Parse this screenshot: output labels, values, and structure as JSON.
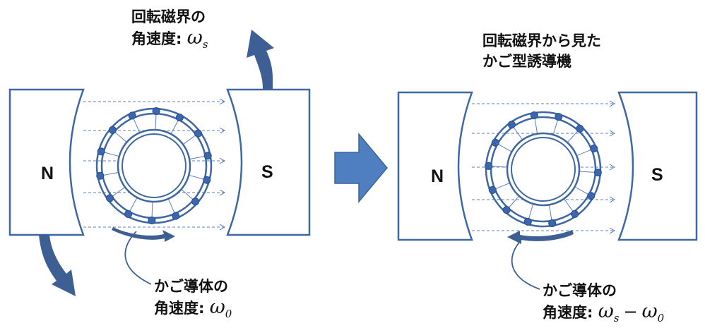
{
  "left_panel": {
    "rotating_field_label": {
      "line1": "回転磁界の",
      "line2": "角速度",
      "colon": ":",
      "omega": "ω",
      "subscript": "s"
    },
    "pole_n": "N",
    "pole_s": "S",
    "cage_label": {
      "line1": "かご導体の",
      "line2": "角速度",
      "colon": ":",
      "omega": "ω",
      "subscript": "0"
    }
  },
  "right_panel": {
    "title": {
      "line1": "回転磁界から見た",
      "line2": "かご型誘導機"
    },
    "pole_n": "N",
    "pole_s": "S",
    "cage_label": {
      "line1": "かご導体の",
      "line2": "角速度",
      "colon": ":",
      "omega1": "ω",
      "sub1": "s",
      "minus": "−",
      "omega2": "ω",
      "sub2": "0"
    }
  },
  "colors": {
    "outline": "#3f67a3",
    "fill_arrow": "#3d5f94",
    "dot": "#3b67b0",
    "field_line": "#5a7fbf",
    "text": "#111111"
  }
}
